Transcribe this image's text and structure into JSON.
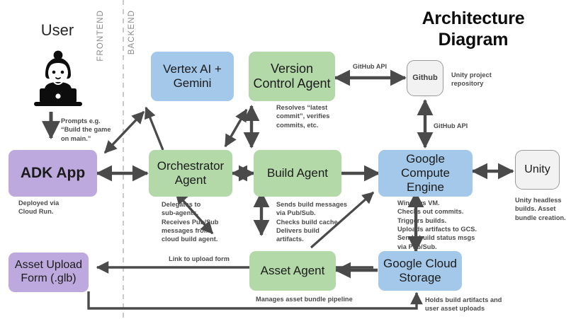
{
  "title": "Architecture Diagram",
  "user": {
    "label": "User",
    "icon": "user-at-laptop-icon"
  },
  "dividers": {
    "frontend": "FRONTEND",
    "backend": "BACKEND"
  },
  "colors": {
    "blue": "#a4c8e9",
    "green": "#b3d9a9",
    "purple": "#bda9dd",
    "gray": "#f2f2f2",
    "arrow": "#4a4a4a",
    "caption_text": "#4a4a4a"
  },
  "nodes": {
    "adk_app": {
      "label": "ADK App",
      "color": "purple",
      "bold": true
    },
    "asset_upload": {
      "label": "Asset Upload\nForm (.glb)",
      "color": "purple"
    },
    "vertex_ai": {
      "label": "Vertex AI +\nGemini",
      "color": "blue"
    },
    "version_control": {
      "label": "Version\nControl Agent",
      "color": "green"
    },
    "orchestrator": {
      "label": "Orchestrator\nAgent",
      "color": "green"
    },
    "build_agent": {
      "label": "Build Agent",
      "color": "green"
    },
    "asset_agent": {
      "label": "Asset Agent",
      "color": "green"
    },
    "compute_engine": {
      "label": "Google Compute\nEngine",
      "color": "blue"
    },
    "cloud_storage": {
      "label": "Google Cloud\nStorage",
      "color": "blue"
    },
    "github": {
      "label": "Github",
      "color": "gray"
    },
    "unity": {
      "label": "Unity",
      "color": "gray"
    }
  },
  "captions": {
    "adk_app": "Deployed via\nCloud Run.",
    "version_control": "Resolves “latest\ncommit”, verifies\ncommits, etc.",
    "orchestrator": "Delegates to\nsub-agents.\nReceives Pub/Sub\nmessages from\ncloud build agent.",
    "build_agent": "Sends build messages\nvia Pub/Sub.\nChecks build cache.\nDelivers build\nartifacts.",
    "compute_engine": "Windows VM.\nChecks out commits.\nTriggers builds.\nUploads artifacts to GCS.\nSends build status msgs\nvia Pub/Sub.",
    "github": "Unity project\nrepository",
    "unity": "Unity headless\nbuilds. Asset\nbundle creation.",
    "asset_agent": "Manages asset bundle pipeline",
    "cloud_storage": "Holds build artifacts and\nuser asset uploads"
  },
  "edge_labels": {
    "user_prompt": "Prompts e.g.\n“Build the game\non main.”",
    "github_api_top": "GitHub API",
    "github_api_side": "GitHub API",
    "upload_form_link": "Link to upload form"
  }
}
